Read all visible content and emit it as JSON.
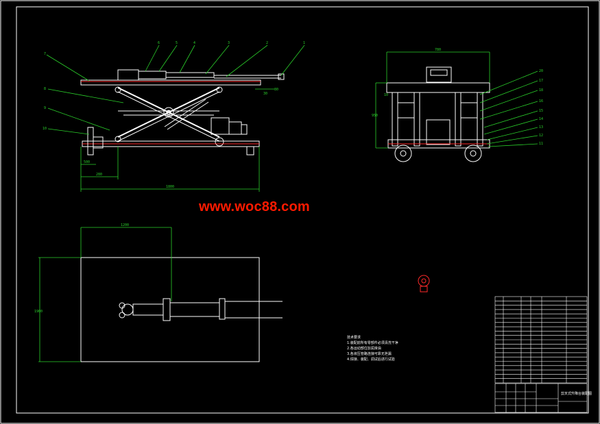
{
  "watermark": "www.woc88.com",
  "colors": {
    "background": "#000000",
    "frame": "#ffffff",
    "leader": "#2bd12b",
    "dimension": "#2bd12b",
    "part": "#ffffff",
    "accent_red": "#ff2a2a",
    "watermark": "#ff1a00"
  },
  "side_view": {
    "balloons": [
      "7",
      "6",
      "5",
      "4",
      "3",
      "2",
      "1",
      "8",
      "9",
      "10"
    ],
    "dims": [
      "30",
      "80",
      "500",
      "280",
      "1800"
    ]
  },
  "front_view": {
    "balloons": [
      "20",
      "17",
      "18",
      "16",
      "15",
      "14",
      "13",
      "12",
      "11"
    ],
    "dims": [
      "780",
      "950",
      "10"
    ]
  },
  "plan_view": {
    "dims": [
      "1200",
      "1900"
    ]
  },
  "tech_requirements": {
    "title": "技术要求",
    "lines": [
      "1.装配前所有零部件必须清洗干净",
      "2.各运动部位加润滑油",
      "3.各液压管路连接可靠无泄漏",
      "4.焊接、装配、调试后进行试验"
    ]
  },
  "title_block": {
    "drawing_title": "剪叉式升降台装配图"
  }
}
